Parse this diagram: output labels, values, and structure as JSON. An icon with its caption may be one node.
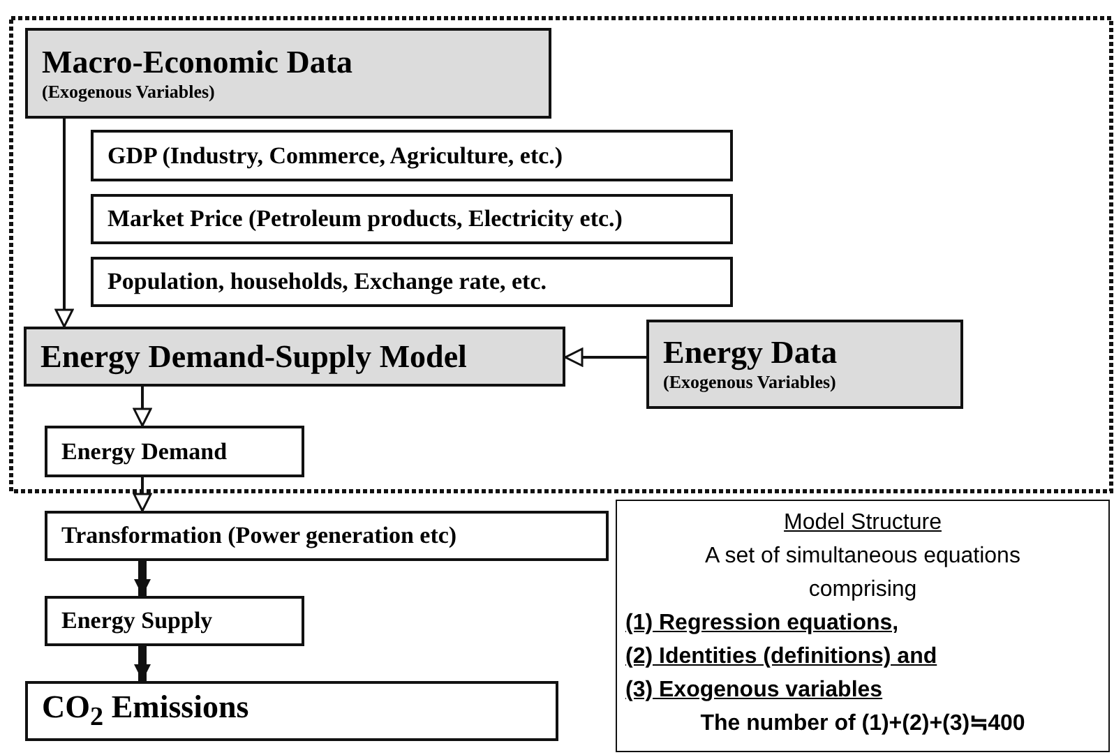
{
  "diagram": {
    "nodes": [
      {
        "text": [
          "Macro-Economic Data",
          "(Exogenous Variables)"
        ]
      },
      {
        "text": [
          "GDP (Industry, Commerce, Agriculture, etc.)"
        ]
      },
      {
        "text": [
          "Market Price (Petroleum products, Electricity etc.)"
        ]
      },
      {
        "text": [
          "Population, households, Exchange rate, etc."
        ]
      },
      {
        "text": [
          "Energy Demand-Supply Model"
        ]
      },
      {
        "text": [
          "Energy Data",
          "(Exogenous Variables)"
        ]
      },
      {
        "text": [
          "Energy Demand"
        ]
      },
      {
        "text": [
          "Transformation (Power generation etc)"
        ]
      },
      {
        "text": [
          "Energy Supply"
        ]
      },
      {
        "text": [
          "CO$_{2}$ Emissions"
        ]
      },
      {
        "text": [
          "Model Structure",
          "A set of simultaneous equations comprising",
          "(1) Regression equations,",
          "(2) Identities (definitions) and",
          "(3) Exogenous variables",
          "The number of (1)+(2)+(3)≒400"
        ]
      }
    ],
    "edges": [
      {
        "from": 0,
        "to": 4,
        "arrow": "to"
      },
      {
        "from": 5,
        "to": 4,
        "arrow": "to"
      },
      {
        "from": 4,
        "to": 6,
        "arrow": "to"
      },
      {
        "from": 6,
        "to": 7,
        "arrow": "to"
      },
      {
        "from": 7,
        "to": 8,
        "arrow": "to",
        "style": "thick"
      },
      {
        "from": 8,
        "to": 9,
        "arrow": "to",
        "style": "thick"
      }
    ]
  }
}
